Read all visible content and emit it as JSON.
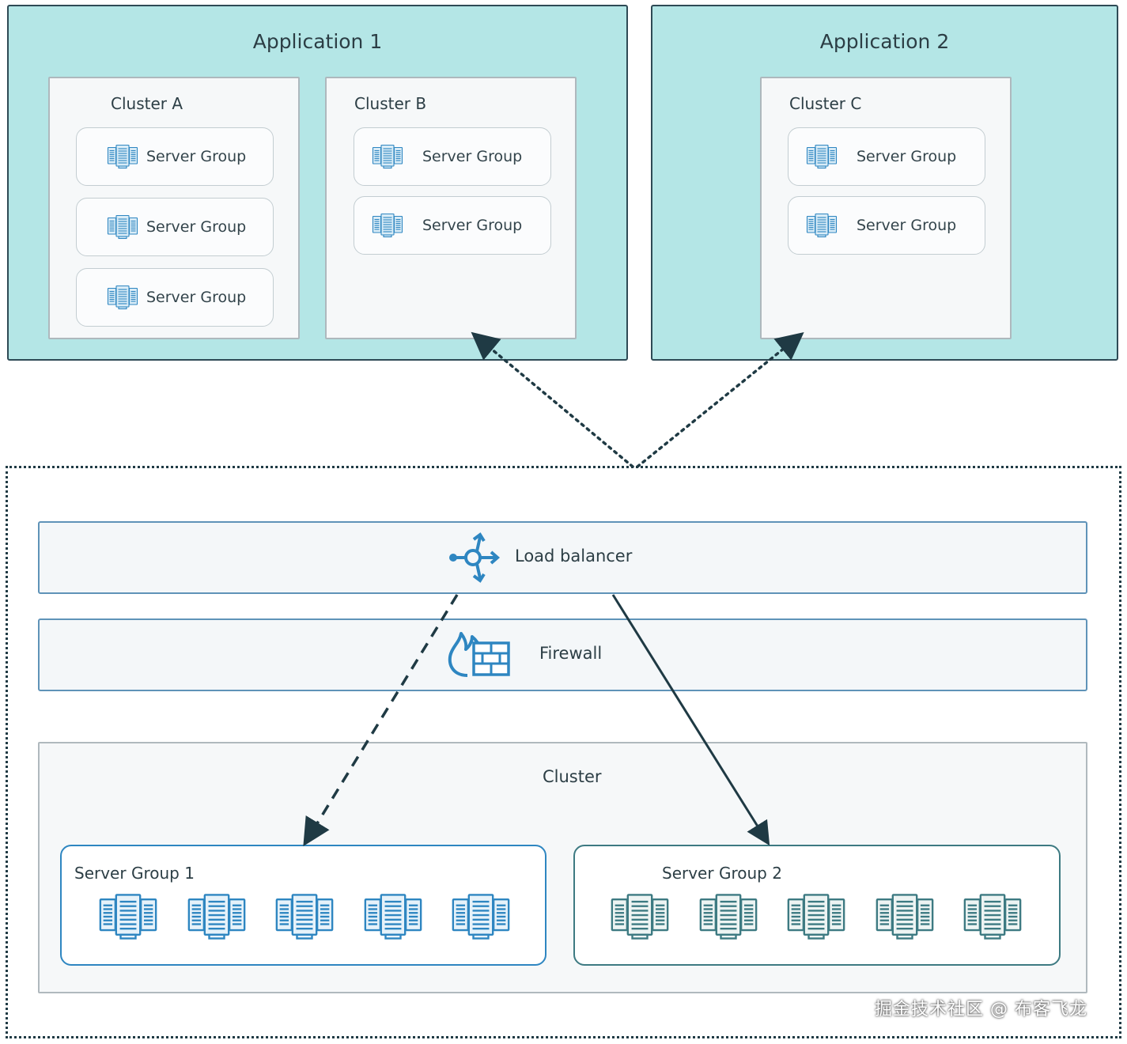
{
  "applications": [
    {
      "title": "Application 1"
    },
    {
      "title": "Application 2"
    }
  ],
  "clusters": [
    {
      "title": "Cluster A",
      "groups": [
        "Server Group",
        "Server Group",
        "Server Group"
      ]
    },
    {
      "title": "Cluster B",
      "groups": [
        "Server Group",
        "Server Group"
      ]
    },
    {
      "title": "Cluster C",
      "groups": [
        "Server Group",
        "Server Group"
      ]
    }
  ],
  "infrastructure": {
    "load_balancer": "Load balancer",
    "firewall": "Firewall",
    "cluster_title": "Cluster",
    "server_group_1": "Server Group 1",
    "server_group_2": "Server Group 2"
  },
  "watermark": "掘金技术社区 @ 布客飞龙",
  "colors": {
    "application_bg": "#b4e6e6",
    "frame_border": "#2e4a55",
    "accent_blue": "#2e86c1",
    "accent_teal": "#3d7a82",
    "dark_arrow": "#1f3a44"
  },
  "icons": {
    "server": "server-rack-icon",
    "load_balancer": "load-balancer-icon",
    "firewall": "firewall-icon"
  }
}
